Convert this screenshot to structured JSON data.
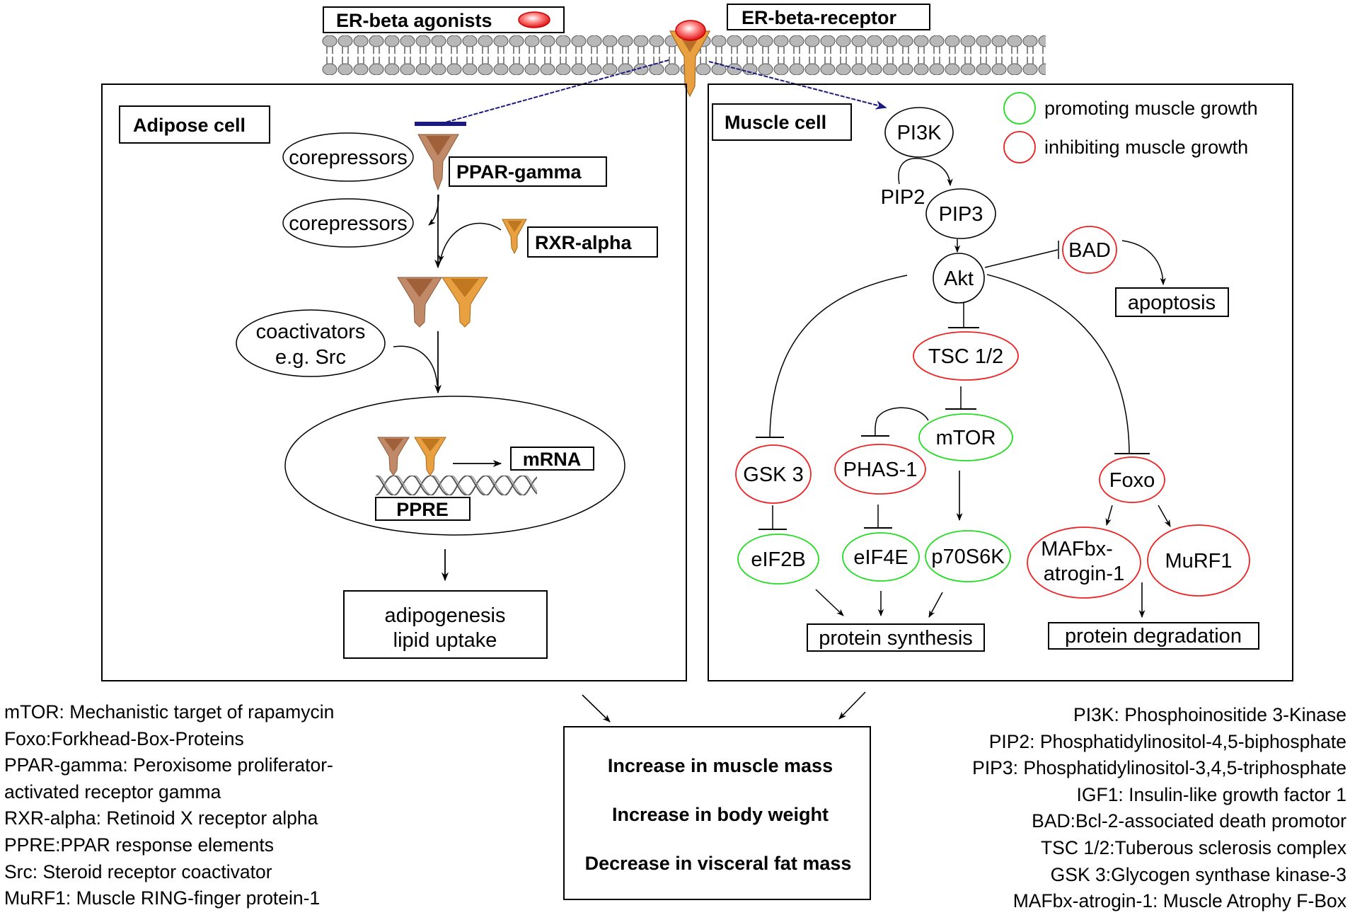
{
  "top": {
    "agonists_label": "ER-beta agonists",
    "receptor_label": "ER-beta-receptor"
  },
  "adipose": {
    "title": "Adipose cell",
    "corepressors_1": "corepressors",
    "corepressors_2": "corepressors",
    "ppar_gamma": "PPAR-gamma",
    "rxr_alpha": "RXR-alpha",
    "coactivators_line1": "coactivators",
    "coactivators_line2": "e.g. Src",
    "mrna": "mRNA",
    "ppre": "PPRE",
    "outcome_line1": "adipogenesis",
    "outcome_line2": "lipid uptake"
  },
  "muscle": {
    "title": "Muscle cell",
    "legend": [
      {
        "label": "promoting muscle growth",
        "color": "#22dd22"
      },
      {
        "label": "inhibiting muscle growth",
        "color": "#ee2222"
      }
    ],
    "nodes": {
      "pi3k": "PI3K",
      "pip2": "PIP2",
      "pip3": "PIP3",
      "akt": "Akt",
      "bad": "BAD",
      "apoptosis": "apoptosis",
      "tsc": "TSC 1/2",
      "mtor": "mTOR",
      "gsk3": "GSK 3",
      "phas1": "PHAS-1",
      "foxo": "Foxo",
      "eif2b": "eIF2B",
      "eif4e": "eIF4E",
      "p70s6k": "p70S6K",
      "mafbx_line1": "MAFbx-",
      "mafbx_line2": "atrogin-1",
      "murf1": "MuRF1",
      "protein_synthesis": "protein synthesis",
      "protein_degradation": "protein degradation"
    }
  },
  "outcomes": [
    "Increase in muscle mass",
    "Increase in body weight",
    "Decrease in visceral fat mass"
  ],
  "abbreviations_left": [
    "mTOR: Mechanistic target of rapamycin",
    "Foxo:Forkhead-Box-Proteins",
    "PPAR-gamma: Peroxisome proliferator-",
    "activated receptor gamma",
    "RXR-alpha: Retinoid  X receptor alpha",
    "PPRE:PPAR response elements",
    "Src: Steroid receptor coactivator",
    "MuRF1: Muscle RING-finger protein-1"
  ],
  "abbreviations_right": [
    "PI3K: Phosphoinositide 3-Kinase",
    "PIP2: Phosphatidylinositol-4,5-biphosphate",
    "PIP3: Phosphatidylinositol-3,4,5-triphosphate",
    "IGF1: Insulin-like growth factor 1",
    "BAD:Bcl-2-associated death promotor",
    "TSC 1/2:Tuberous sclerosis complex",
    "GSK 3:Glycogen synthase kinase-3",
    "MAFbx-atrogin-1: Muscle Atrophy F-Box"
  ],
  "colors": {
    "promoting": "#22dd22",
    "inhibiting": "#ee2222",
    "signal_line": "#1a1a80",
    "ppar_fill": "#c08a68",
    "rxr_fill": "#e8a040",
    "agonist_fill": "#ee2222"
  }
}
